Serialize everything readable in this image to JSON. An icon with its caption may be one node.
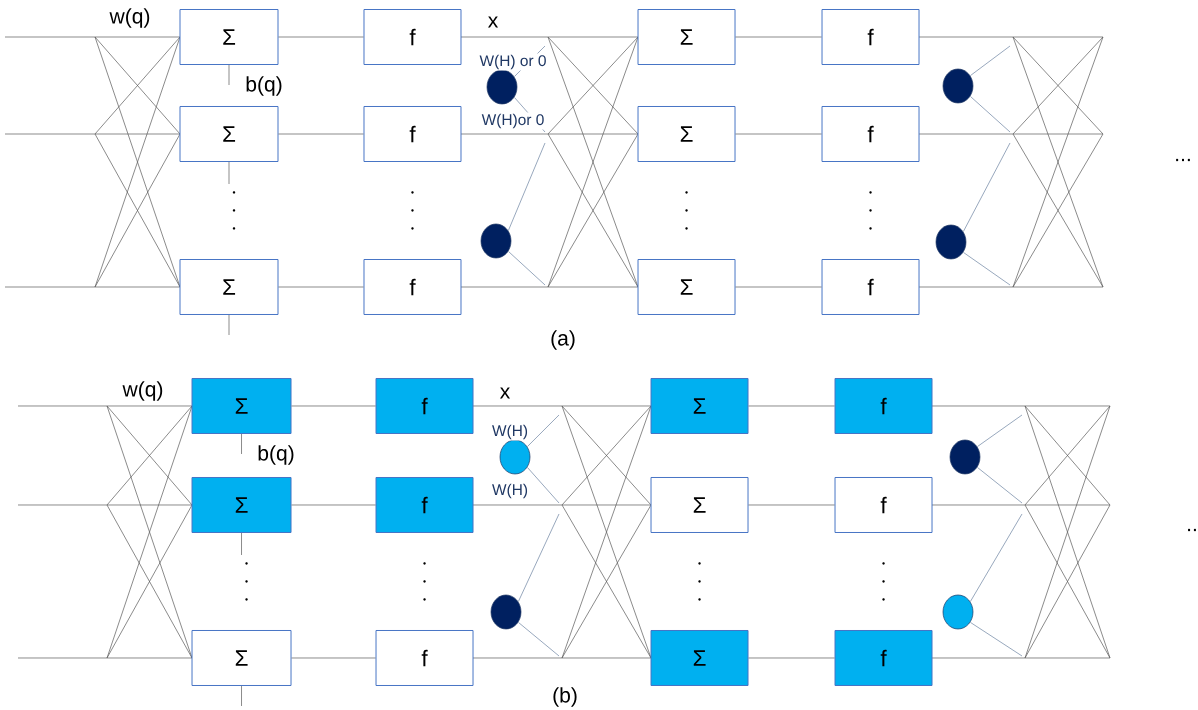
{
  "diagram": {
    "nodes": [
      {
        "text": [
          "Σ"
        ],
        "beside": [
          "b(q)"
        ]
      },
      {
        "text": [
          "Σ"
        ]
      },
      {
        "text": [
          "Σ"
        ]
      },
      {
        "text": [
          "f"
        ]
      },
      {
        "text": [
          "f"
        ]
      },
      {
        "text": [
          "f"
        ]
      },
      {
        "text": [],
        "shape": "circle",
        "beside": [
          "W(H) or 0",
          "W(H)or 0"
        ]
      },
      {
        "text": [],
        "shape": "circle"
      },
      {
        "text": [
          "Σ"
        ]
      },
      {
        "text": [
          "Σ"
        ]
      },
      {
        "text": [
          "Σ"
        ]
      },
      {
        "text": [
          "f"
        ]
      },
      {
        "text": [
          "f"
        ]
      },
      {
        "text": [
          "f"
        ]
      },
      {
        "text": [],
        "shape": "circle"
      },
      {
        "text": [],
        "shape": "circle"
      },
      {
        "text": [
          "Σ"
        ],
        "beside": [
          "b(q)"
        ]
      },
      {
        "text": [
          "Σ"
        ]
      },
      {
        "text": [
          "Σ"
        ]
      },
      {
        "text": [
          "f"
        ]
      },
      {
        "text": [
          "f"
        ]
      },
      {
        "text": [
          "f"
        ]
      },
      {
        "text": [],
        "shape": "circle",
        "beside": [
          "W(H)",
          "W(H)"
        ]
      },
      {
        "text": [],
        "shape": "circle"
      },
      {
        "text": [
          "Σ"
        ]
      },
      {
        "text": [
          "Σ"
        ]
      },
      {
        "text": [
          "Σ"
        ]
      },
      {
        "text": [
          "f"
        ]
      },
      {
        "text": [
          "f"
        ]
      },
      {
        "text": [
          "f"
        ]
      },
      {
        "text": [],
        "shape": "circle"
      },
      {
        "text": [],
        "shape": "circle"
      }
    ],
    "edges": [
      {
        "from": 0,
        "to": 3,
        "arrow": "none"
      },
      {
        "from": 1,
        "to": 4,
        "arrow": "none"
      },
      {
        "from": 2,
        "to": 5,
        "arrow": "none"
      },
      {
        "from": 8,
        "to": 11,
        "arrow": "none"
      },
      {
        "from": 9,
        "to": 12,
        "arrow": "none"
      },
      {
        "from": 10,
        "to": 13,
        "arrow": "none"
      },
      {
        "from": 16,
        "to": 19,
        "arrow": "none"
      },
      {
        "from": 17,
        "to": 20,
        "arrow": "none"
      },
      {
        "from": 18,
        "to": 21,
        "arrow": "none"
      },
      {
        "from": 24,
        "to": 27,
        "arrow": "none"
      },
      {
        "from": 25,
        "to": 28,
        "arrow": "none"
      },
      {
        "from": 26,
        "to": 29,
        "arrow": "none"
      }
    ],
    "labels": [
      "w(q)",
      "x",
      "(a)",
      "...",
      "w(q)",
      "x",
      "(b)",
      ".."
    ]
  }
}
